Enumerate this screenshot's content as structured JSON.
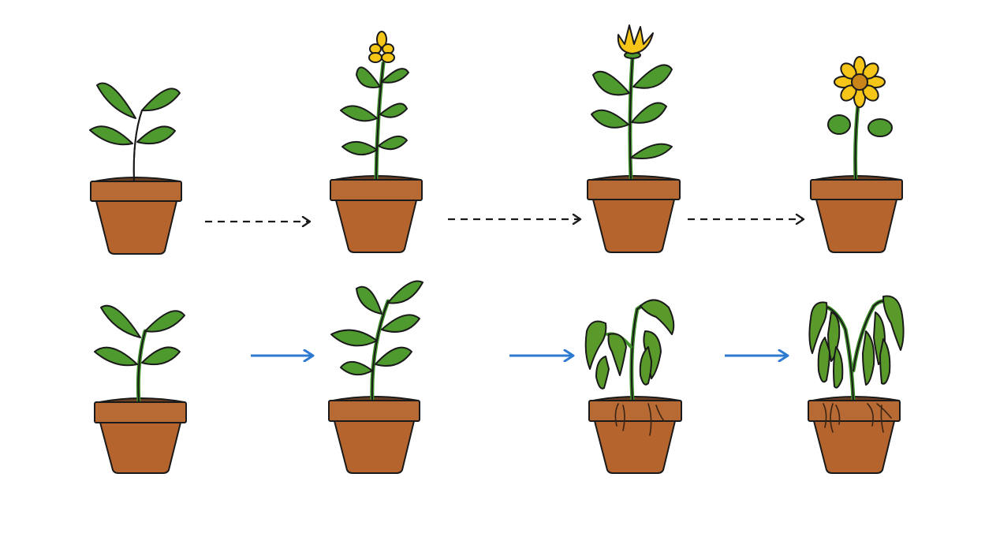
{
  "colors": {
    "background": "#ffffff",
    "outline": "#1a1a1a",
    "leaf_healthy": "#4e9a2e",
    "leaf_wilted": "#5a9a2a",
    "stem": "#3f8f2a",
    "pot": "#b5642e",
    "pot_rim": "#b86a34",
    "soil": "#6b3f22",
    "flower": "#f5c518",
    "flower_center": "#c9851a",
    "arrow_dashed": "#1a1a1a",
    "arrow_solid": "#2f7ad1"
  },
  "rows": [
    {
      "name": "healthy-growth-sequence",
      "arrow_style": "dashed",
      "stages": [
        "seedling",
        "budding-plant",
        "blooming-tulip",
        "flowering-daisy"
      ]
    },
    {
      "name": "wilting-sequence",
      "arrow_style": "solid-blue",
      "stages": [
        "seedling",
        "leafy-plant",
        "wilting-plant",
        "dead-plant-with-roots"
      ]
    }
  ]
}
